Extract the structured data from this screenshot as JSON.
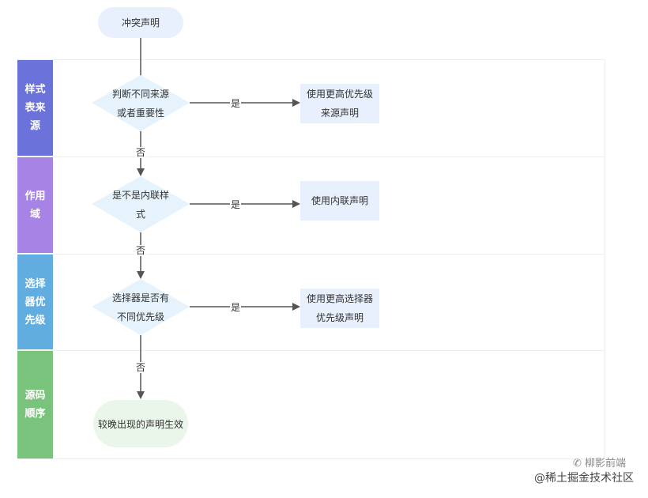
{
  "diagram": {
    "start": "冲突声明",
    "lanes": [
      {
        "label": "样式\n表来\n源",
        "color": "#6b72d9"
      },
      {
        "label": "作用\n域",
        "color": "#a883e6"
      },
      {
        "label": "选择\n器优\n先级",
        "color": "#62ade0"
      },
      {
        "label": "源码\n顺序",
        "color": "#79c37d"
      }
    ],
    "decisions": [
      {
        "text": "判断不同来源\n或者重要性",
        "yes_label": "是",
        "yes_result": "使用更高优先级\n来源声明",
        "no_label": "否"
      },
      {
        "text": "是不是内联样\n式",
        "yes_label": "是",
        "yes_result": "使用内联声明",
        "no_label": "否"
      },
      {
        "text": "选择器是否有\n不同优先级",
        "yes_label": "是",
        "yes_result": "使用更高选择器\n优先级声明",
        "no_label": "否"
      }
    ],
    "end": "较晚出现的声明生效",
    "colors": {
      "start_fill": "#e8effd",
      "decision_fill": "#e6f3fc",
      "process_fill": "#e8effd",
      "end_fill": "#e9f6e9",
      "edge": "#555555"
    }
  },
  "watermark": {
    "top": "柳影前端",
    "bottom": "@稀土掘金技术社区"
  }
}
